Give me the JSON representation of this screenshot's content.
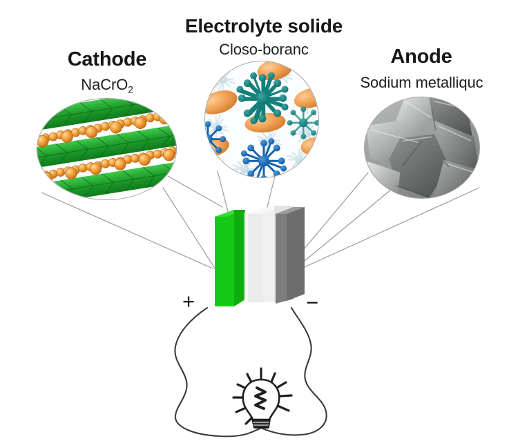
{
  "figure": {
    "title": "Sodium solid-state battery schematic",
    "background_color": "#ffffff"
  },
  "callouts": {
    "cathode": {
      "heading": "Cathode",
      "subtitle_text": "NaCrO",
      "subtitle_subscript": "2",
      "image_name": "nacro2-layered-structure",
      "description": "Layered green CrO2 octahedra slabs with rows of orange sodium ions",
      "colors": {
        "slab": "#1f9e2c",
        "slab_light": "#39c246",
        "slab_dark": "#0d6b1c",
        "ion": "#e58a2a",
        "ion_light": "#f7b963"
      }
    },
    "electrolyte": {
      "heading": "Electrolyte solide",
      "subtitle": "Closo-boranc",
      "image_name": "closo-borane-cluster-structure",
      "description": "Teal and blue closo-borane spiky clusters with orange sodium ions",
      "colors": {
        "cluster_teal": "#15807d",
        "cluster_blue": "#1565b5",
        "cluster_pale": "#9fc9d6",
        "ion": "#ee9440"
      }
    },
    "anode": {
      "heading": "Anode",
      "subtitle": "Sodium metalliquc",
      "image_name": "sodium-metal-chunks-photo",
      "description": "Photograph of grey metallic sodium chunks",
      "colors": {
        "metal_light": "#d2d4d3",
        "metal_mid": "#8f9191",
        "metal_dark": "#5b5d5d"
      }
    }
  },
  "cell": {
    "name": "solid-state-battery-cell",
    "layers": [
      {
        "name": "cathode-layer",
        "label": "Cathode",
        "color": "#16c916"
      },
      {
        "name": "electrolyte-layer",
        "label": "Electrolyte solide",
        "color": "#e9e9e9"
      },
      {
        "name": "anode-layer",
        "label": "Anode",
        "color": "#7d7d7d"
      }
    ],
    "polarity": {
      "positive": "+",
      "negative": "−"
    }
  },
  "circuit": {
    "name": "external-circuit",
    "wire_color": "#3a3a3a",
    "load": {
      "name": "light-bulb",
      "state": "lit",
      "description": "Hand-drawn glowing incandescent light bulb with radiating rays"
    }
  },
  "leader_lines": {
    "color": "#9a9a9a",
    "width": 1.2,
    "description": "Thin grey lines connecting each magnified circle to the corresponding layer of the battery cell"
  }
}
